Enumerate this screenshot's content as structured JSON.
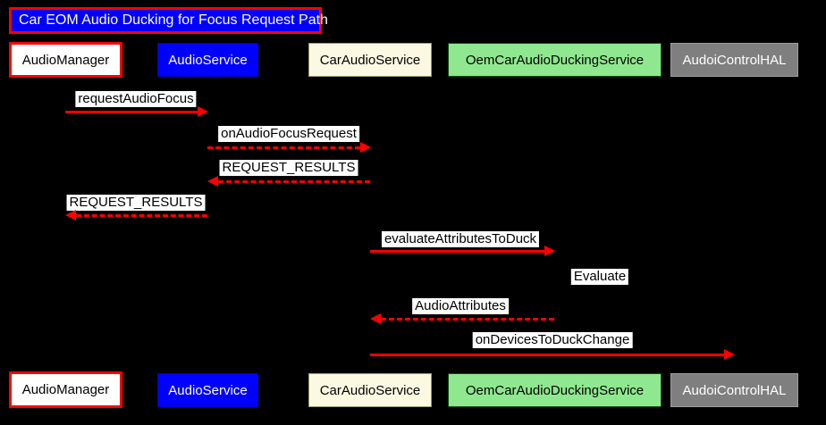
{
  "diagram": {
    "type": "sequence-diagram",
    "title": "Car EOM Audio Ducking for Focus Request Path"
  },
  "colors": {
    "background": "#000000",
    "arrow": "#ff0000",
    "title_fill": "#0000ff",
    "title_border": "#ff0000",
    "title_text": "#ffffff",
    "message_label_bg": "#ffffff",
    "message_label_text": "#000000"
  },
  "participants": [
    {
      "label": "AudioManager",
      "fill": "#ffffff",
      "text_color": "#000000",
      "border_color": "#ff0000"
    },
    {
      "label": "AudioService",
      "fill": "#0000ff",
      "text_color": "#ffffff",
      "border_color": "#0000cc"
    },
    {
      "label": "CarAudioService",
      "fill": "#fcf9e3",
      "text_color": "#000000",
      "border_color": "#999966"
    },
    {
      "label": "OemCarAudioDuckingService",
      "fill": "#8fe88f",
      "text_color": "#000000",
      "border_color": "#0b4d0b"
    },
    {
      "label": "AudoiControlHAL",
      "fill": "#7f7f7f",
      "text_color": "#ffffff",
      "border_color": "#9e9e9e"
    }
  ],
  "messages": [
    {
      "label": "requestAudioFocus",
      "from": "AudioManager",
      "to": "AudioService",
      "line": "solid",
      "direction": "right"
    },
    {
      "label": "onAudioFocusRequest",
      "from": "AudioService",
      "to": "CarAudioService",
      "line": "dashed",
      "direction": "right"
    },
    {
      "label": "REQUEST_RESULTS",
      "from": "CarAudioService",
      "to": "AudioService",
      "line": "dashed",
      "direction": "left"
    },
    {
      "label": "REQUEST_RESULTS",
      "from": "AudioService",
      "to": "AudioManager",
      "line": "dashed",
      "direction": "left"
    },
    {
      "label": "evaluateAttributesToDuck",
      "from": "CarAudioService",
      "to": "OemCarAudioDuckingService",
      "line": "solid",
      "direction": "right"
    },
    {
      "label": "Evaluate",
      "from": "OemCarAudioDuckingService",
      "to": "OemCarAudioDuckingService",
      "line": "self",
      "direction": "self"
    },
    {
      "label": "AudioAttributes",
      "from": "OemCarAudioDuckingService",
      "to": "CarAudioService",
      "line": "dashed",
      "direction": "left"
    },
    {
      "label": "onDevicesToDuckChange",
      "from": "CarAudioService",
      "to": "AudoiControlHAL",
      "line": "solid",
      "direction": "right"
    }
  ]
}
